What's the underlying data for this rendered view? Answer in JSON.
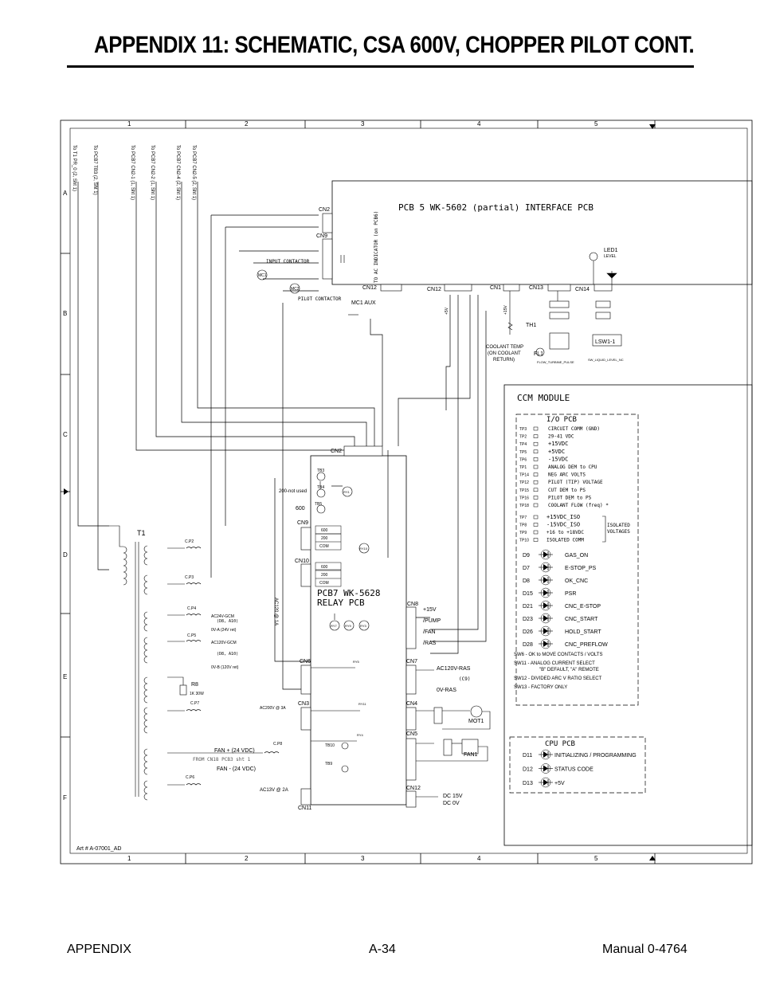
{
  "page": {
    "title": "APPENDIX 11:  SCHEMATIC, CSA 600V, CHOPPER PILOT CONT.",
    "footer_left": "APPENDIX",
    "footer_center": "A-34",
    "footer_right": "Manual  0-4764",
    "art_number": "Art # A-07001_AD"
  },
  "grid": {
    "columns": [
      "1",
      "2",
      "3",
      "4",
      "5"
    ],
    "rows": [
      "A",
      "B",
      "C",
      "D",
      "E",
      "F"
    ]
  },
  "offpage_refs": [
    "To T1 PR_0 (2, Sht 1)",
    "To PCB7 TB3 (2, Sht 1)",
    "To PCB7 CN2-1 (1, Sht 1)",
    "To PCB7 CN2-2 (1, Sht 1)",
    "To PCB7 CN2-4 (2, Sht 1)",
    "To PCB7 CN2-5 (2, Sht 1)"
  ],
  "pcb5": {
    "title": "PCB 5 WK-5602 (partial)  INTERFACE PCB",
    "connectors": [
      "CN2",
      "CN9",
      "CN12",
      "CN12",
      "CN1",
      "CN13",
      "CN14"
    ],
    "input_contactor": "INPUT CONTACTOR",
    "mc1": "MC1",
    "mc2": "MC2",
    "pilot_contactor": "PILOT CONTACTOR",
    "mc1_aux": "MC1 AUX",
    "to_ac_indicator": "TO AC INDICATOR (on PCB6)",
    "led1": "LED1",
    "led1_sub": "LEVEL",
    "th1": "TH1",
    "fl1": "FL1",
    "lsw": "LSW1-1",
    "coolant_temp": [
      "COOLANT TEMP",
      "(ON COOLANT",
      "RETURN)"
    ],
    "flow_turbine": "FLOW_TURBINE_PULSE",
    "sw_liquid": "SW_LIQUID_LEVEL_NC",
    "plus5v": "+5V",
    "plus15v": "+15V"
  },
  "ccm": {
    "title": "CCM MODULE",
    "io_title": "I/O PCB",
    "test_points": [
      {
        "tp": "TP3",
        "label": "CIRCUIT COMM (GND)"
      },
      {
        "tp": "TP2",
        "label": "29-41 VDC"
      },
      {
        "tp": "TP4",
        "label": "+15VDC"
      },
      {
        "tp": "TP5",
        "label": "+5VDC"
      },
      {
        "tp": "TP6",
        "label": "-15VDC"
      },
      {
        "tp": "TP1",
        "label": "ANALOG DEM to CPU"
      },
      {
        "tp": "TP14",
        "label": "NEG ARC VOLTS"
      },
      {
        "tp": "TP12",
        "label": "PILOT (TIP) VOLTAGE"
      },
      {
        "tp": "TP15",
        "label": "CUT DEM to PS"
      },
      {
        "tp": "TP16",
        "label": "PILOT DEM to PS"
      },
      {
        "tp": "TP18",
        "label": "COOLANT FLOW (freq) *"
      }
    ],
    "iso_points": [
      {
        "tp": "TP7",
        "label": "+15VDC_ISO"
      },
      {
        "tp": "TP8",
        "label": "-15VDC_ISO"
      },
      {
        "tp": "TP9",
        "label": "+16 to +18VDC"
      },
      {
        "tp": "TP10",
        "label": "ISOLATED COMM"
      }
    ],
    "isolated_voltages": [
      "ISOLATED",
      "VOLTAGES"
    ],
    "leds": [
      {
        "ref": "D9",
        "label": "GAS_ON"
      },
      {
        "ref": "D7",
        "label": "E-STOP_PS"
      },
      {
        "ref": "D8",
        "label": "OK_CNC"
      },
      {
        "ref": "D15",
        "label": "PSR"
      },
      {
        "ref": "D21",
        "label": "CNC_E-STOP"
      },
      {
        "ref": "D23",
        "label": "CNC_START"
      },
      {
        "ref": "D26",
        "label": "HOLD_START"
      },
      {
        "ref": "D28",
        "label": "CNC_PREFLOW"
      }
    ],
    "switch_notes": [
      "SW6 - OK to MOVE CONTACTS / VOLTS",
      "SW11 - ANALOG CURRENT SELECT",
      "\"B\" DEFAULT, \"A\" REMOTE",
      "SW12 - DIVIDED ARC V RATIO SELECT",
      "SW13 - FACTORY ONLY"
    ],
    "cpu_title": "CPU PCB",
    "cpu_leds": [
      {
        "ref": "D11",
        "label": "INITIALIZING / PROGRAMMING"
      },
      {
        "ref": "D12",
        "label": "STATUS CODE"
      },
      {
        "ref": "D13",
        "label": "+5V"
      }
    ]
  },
  "pcb7": {
    "title_line1": "PCB7 WK-5628",
    "title_line2": "RELAY PCB",
    "connectors": [
      "CN2",
      "CN9",
      "CN10",
      "CN6",
      "CN3",
      "CN11",
      "CN8",
      "CN7",
      "CN4",
      "CN5",
      "CN12"
    ],
    "tb": [
      "TB3",
      "TB4",
      "TB5",
      "TB10",
      "TB9"
    ],
    "relays": [
      "RY1",
      "RY10",
      "RY7",
      "RY9",
      "RY3",
      "RY5",
      "RY11",
      "RY4"
    ],
    "not_used": "200-not used",
    "v600": "600",
    "cn9_taps": [
      "600",
      "200",
      "COM"
    ],
    "cn10_taps": [
      "600",
      "200",
      "COM"
    ],
    "cn8_signals": [
      "+15V",
      "/PUMP",
      "/FAN",
      "/RAS"
    ],
    "ac120_ras": "AC120V-RAS",
    "ac120_ras_sub": "(C9)",
    "zero_v_ras": "0V-RAS",
    "dc15": "DC 15V",
    "dc0": "DC 0V",
    "mot1": "MOT1",
    "fan1": "FAN1",
    "ac120_1a": "AC120 @ 1A",
    "ac200_3a": "AC200V @ 3A",
    "ac13_2a": "AC13V @ 2A",
    "fan_plus": "FAN +  (24 VDC)",
    "fan_minus": "FAN -  (24 VDC)",
    "from_cn18": "FROM CN18 PCB3  sht 1"
  },
  "transformer": {
    "ref": "T1",
    "caps": [
      "C.P2",
      "C.P3",
      "C.P4",
      "C.P5",
      "C.P7",
      "C.P8",
      "C.P6"
    ],
    "ac24_gcm": "AC24V-GCM",
    "ac24_sub": "(D8, A10)",
    "zero_va": "0V-A (24V ret)",
    "ac120_gcm": "AC120V-GCM",
    "ac120_sub": "(D8, A10)",
    "zero_vb": "0V-B (120V ret)",
    "r8": "R8",
    "r8_val": "1K  30W"
  }
}
